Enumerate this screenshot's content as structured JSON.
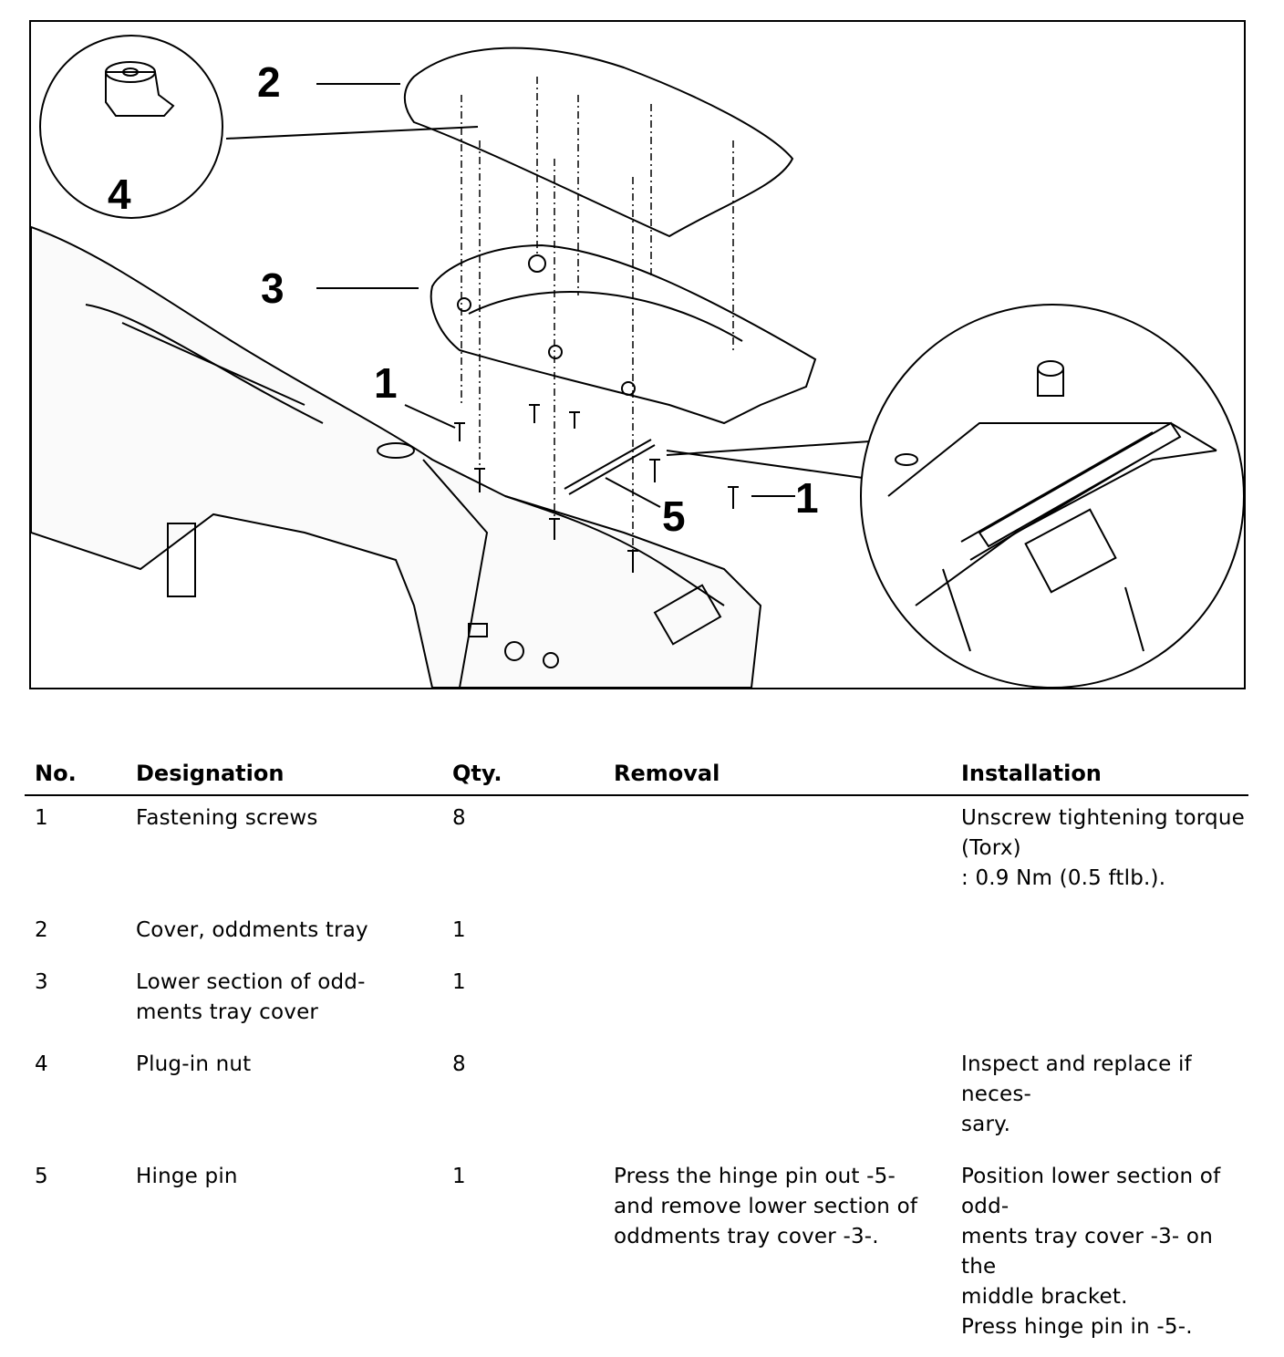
{
  "figure": {
    "callouts": {
      "c1a": "1",
      "c1b": "1",
      "c2": "2",
      "c3": "3",
      "c4": "4",
      "c5": "5"
    }
  },
  "table": {
    "headers": {
      "no": "No.",
      "designation": "Designation",
      "qty": "Qty.",
      "removal": "Removal",
      "installation": "Installation"
    },
    "rows": [
      {
        "no": "1",
        "designation": "Fastening screws",
        "qty": "8",
        "removal": "",
        "installation": "Unscrew tightening torque\n(Torx)\n: 0.9 Nm (0.5 ftlb.)."
      },
      {
        "no": "2",
        "designation": "Cover, oddments tray",
        "qty": "1",
        "removal": "",
        "installation": ""
      },
      {
        "no": "3",
        "designation": "Lower section of odd-\nments tray cover",
        "qty": "1",
        "removal": "",
        "installation": ""
      },
      {
        "no": "4",
        "designation": "Plug-in nut",
        "qty": "8",
        "removal": "",
        "installation": "Inspect and replace if neces-\nsary."
      },
      {
        "no": "5",
        "designation": "Hinge pin",
        "qty": "1",
        "removal": "Press the hinge pin out -5-\nand remove lower section of\noddments tray cover -3-.",
        "installation": "Position lower section of odd-\nments tray cover -3- on the\nmiddle bracket.\nPress hinge pin in -5-."
      }
    ]
  }
}
